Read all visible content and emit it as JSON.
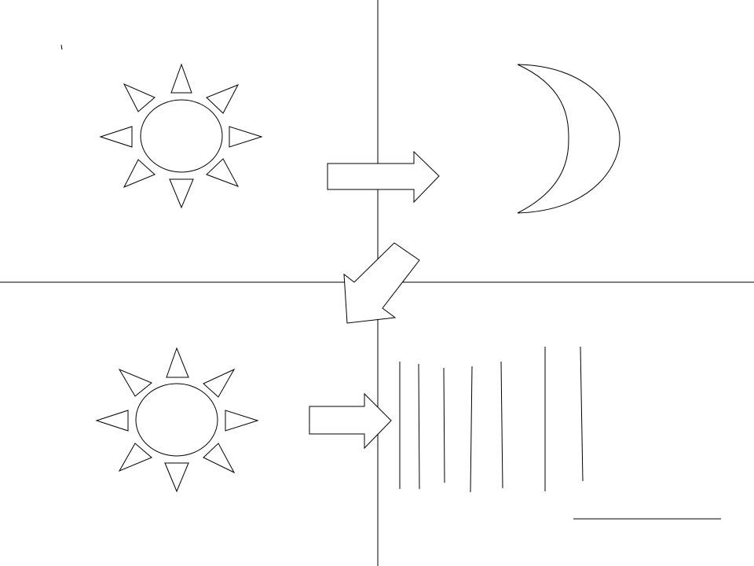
{
  "diagram": {
    "stroke_color": "#000000",
    "fill_color": "#ffffff",
    "panels": [
      {
        "position": "top-left",
        "icon": "sun-icon"
      },
      {
        "position": "top-right",
        "icon": "crescent-moon-icon"
      },
      {
        "position": "bottom-left",
        "icon": "sun-icon"
      },
      {
        "position": "bottom-right",
        "icon": "rain-lines-icon"
      }
    ],
    "arrows": [
      {
        "from": "sun",
        "to": "moon",
        "direction": "right"
      },
      {
        "from": "moon",
        "to": "sun",
        "direction": "down-left"
      },
      {
        "from": "sun",
        "to": "rain",
        "direction": "right"
      }
    ]
  }
}
